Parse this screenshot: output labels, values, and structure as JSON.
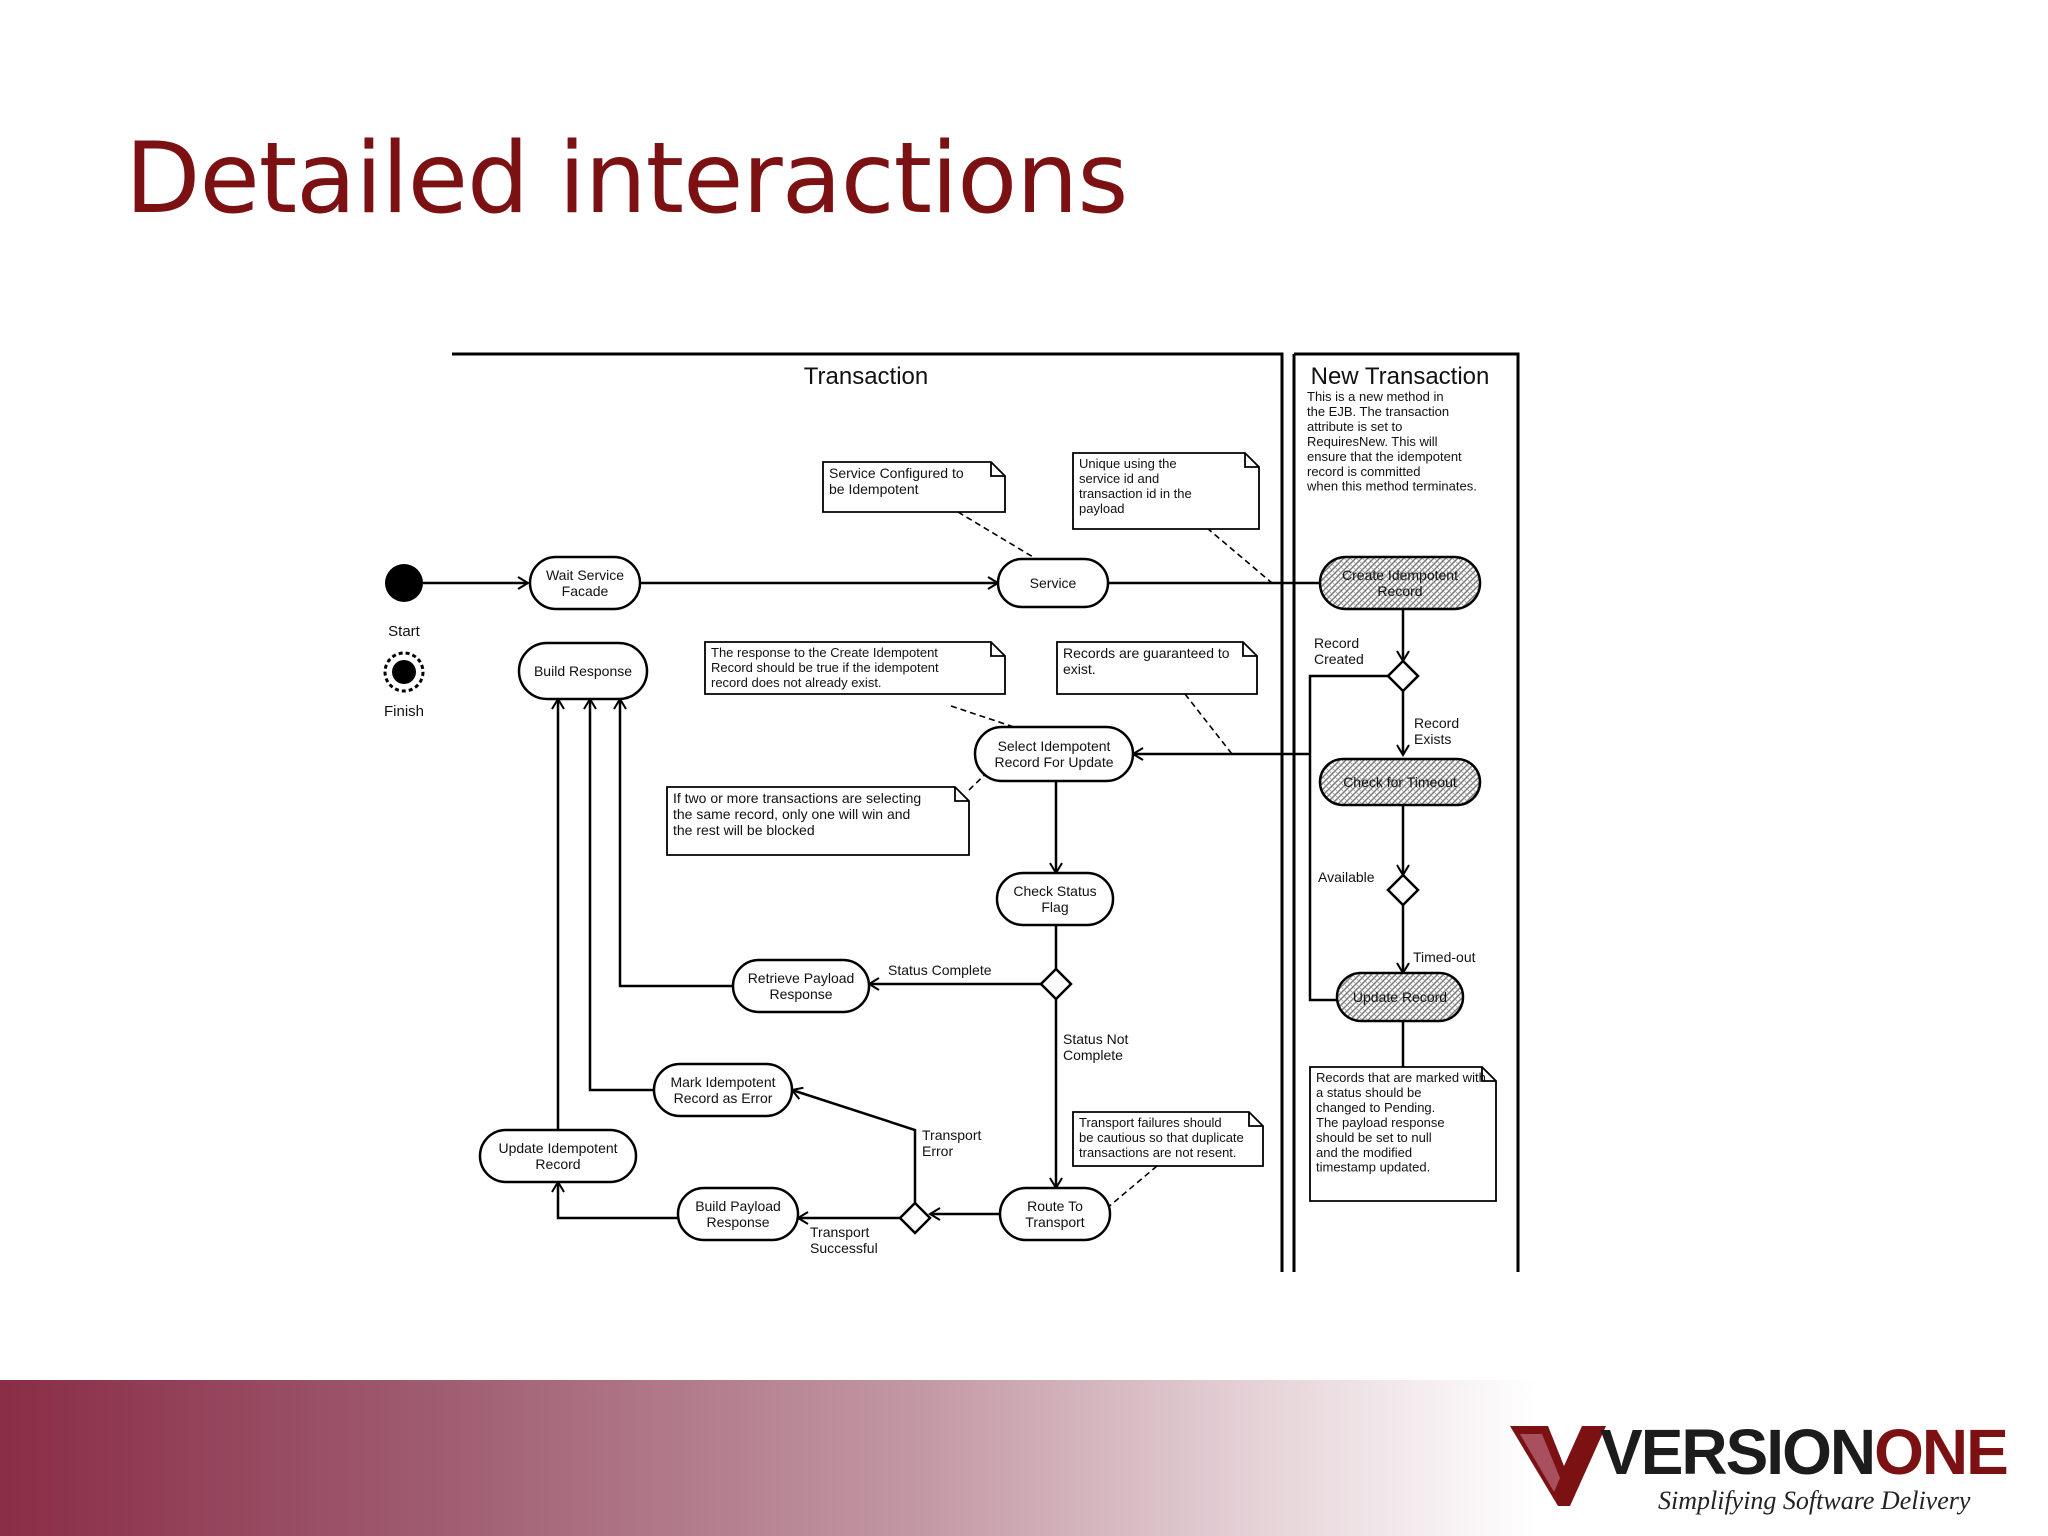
{
  "slide": {
    "title": "Detailed interactions"
  },
  "diagram": {
    "frames": {
      "transaction": "Transaction",
      "new_transaction": "New Transaction"
    },
    "pseudo_states": {
      "start": "Start",
      "finish": "Finish"
    },
    "states": {
      "wait_service_facade": [
        "Wait Service",
        "Facade"
      ],
      "build_response": [
        "Build Response"
      ],
      "service": [
        "Service"
      ],
      "select_idempotent": [
        "Select Idempotent",
        "Record For Update"
      ],
      "check_status_flag": [
        "Check Status",
        "Flag"
      ],
      "retrieve_payload": [
        "Retrieve Payload",
        "Response"
      ],
      "mark_idempotent_error": [
        "Mark Idempotent",
        "Record as Error"
      ],
      "update_idempotent": [
        "Update Idempotent",
        "Record"
      ],
      "build_payload_response": [
        "Build Payload",
        "Response"
      ],
      "route_to_transport": [
        "Route To",
        "Transport"
      ],
      "create_idempotent": [
        "Create Idempotent",
        "Record"
      ],
      "check_for_timeout": [
        "Check for Timeout"
      ],
      "update_record": [
        "Update Record"
      ]
    },
    "notes": {
      "service_configured": [
        "Service Configured to",
        "be Idempotent"
      ],
      "unique_id": [
        "Unique using the",
        "service id and",
        "transaction id in the",
        "payload"
      ],
      "response_to_create": [
        "The response to the Create Idempotent",
        "Record should be true if the idempotent",
        "record does not already exist."
      ],
      "records_guaranteed": [
        "Records are guaranteed to",
        "exist."
      ],
      "two_or_more": [
        "If two or more transactions are selecting",
        "the same record, only one will win and",
        "the rest will be blocked"
      ],
      "transport_failures": [
        "Transport failures should",
        "be cautious so that duplicate",
        "transactions are not resent."
      ],
      "new_transaction_desc": [
        "This is a new method in",
        "the EJB. The transaction",
        "attribute is set to",
        "RequiresNew. This will",
        "ensure that the idempotent",
        "record is committed",
        "when this method terminates."
      ],
      "records_marked": [
        "Records that are marked with",
        "a status should be",
        "changed to Pending.",
        "The payload response",
        "should be set to null",
        "and the modified",
        "timestamp updated."
      ]
    },
    "edge_labels": {
      "record_created": [
        "Record",
        "Created"
      ],
      "record_exists": [
        "Record",
        "Exists"
      ],
      "available": "Available",
      "timed_out": "Timed-out",
      "status_complete": "Status Complete",
      "status_not_complete": [
        "Status Not",
        "Complete"
      ],
      "transport_error": [
        "Transport",
        "Error"
      ],
      "transport_successful": [
        "Transport",
        "Successful"
      ]
    }
  },
  "logo": {
    "word_dark": "VERSION",
    "word_red": "ONE",
    "tagline": "Simplifying Software Delivery"
  },
  "colors": {
    "title": "#7b1113",
    "band_start": "#8a2d47",
    "logo_red": "#7b1113"
  }
}
